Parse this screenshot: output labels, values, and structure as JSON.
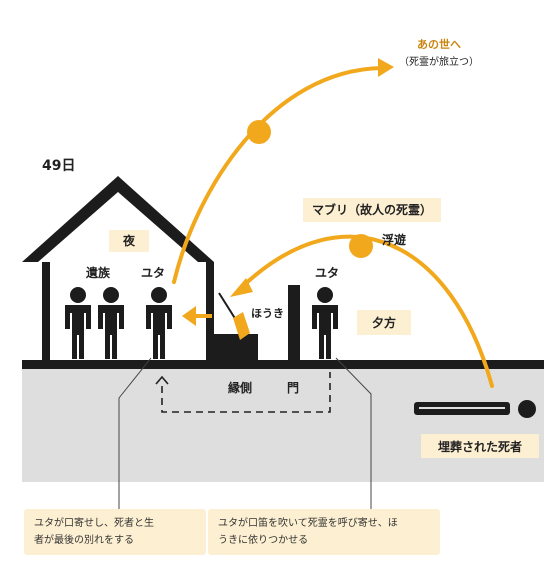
{
  "day_label": "49日",
  "afterworld": {
    "title": "あの世へ",
    "subtitle": "（死霊が旅立つ）"
  },
  "mabuiri": "マブリ（故人の死霊）",
  "floating": "浮遊",
  "night": "夜",
  "evening": "夕方",
  "family": "遺族",
  "yuta_left": "ユタ",
  "yuta_right": "ユタ",
  "broom": "ほうき",
  "veranda": "縁側",
  "gate": "門",
  "deceased": "埋葬された死者",
  "note_left": [
    "ユタが口寄せし、死者と生",
    "者が最後の別れをする"
  ],
  "note_right": [
    "ユタが口笛を吹いて死霊を呼び寄せ、ほ",
    "うきに依りつかせる"
  ],
  "colors": {
    "accent": "#f2a81d",
    "ground": "#dedede",
    "ink": "#1c1c1c",
    "tag": "#fdf0d2",
    "title_accent": "#c9850f"
  }
}
